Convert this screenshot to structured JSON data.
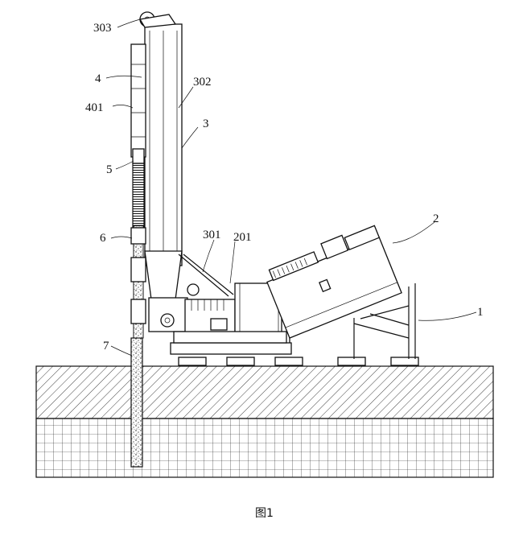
{
  "figure": {
    "caption": "图1",
    "callouts": [
      {
        "id": "c303",
        "text": "303"
      },
      {
        "id": "c4",
        "text": "4"
      },
      {
        "id": "c302",
        "text": "302"
      },
      {
        "id": "c401",
        "text": "401"
      },
      {
        "id": "c3",
        "text": "3"
      },
      {
        "id": "c5",
        "text": "5"
      },
      {
        "id": "c2",
        "text": "2"
      },
      {
        "id": "c301",
        "text": "301"
      },
      {
        "id": "c201",
        "text": "201"
      },
      {
        "id": "c6",
        "text": "6"
      },
      {
        "id": "c1",
        "text": "1"
      },
      {
        "id": "c7",
        "text": "7"
      }
    ]
  },
  "colors": {
    "ink": "#111111",
    "paper": "#ffffff",
    "fill": "#bdbdbd"
  }
}
